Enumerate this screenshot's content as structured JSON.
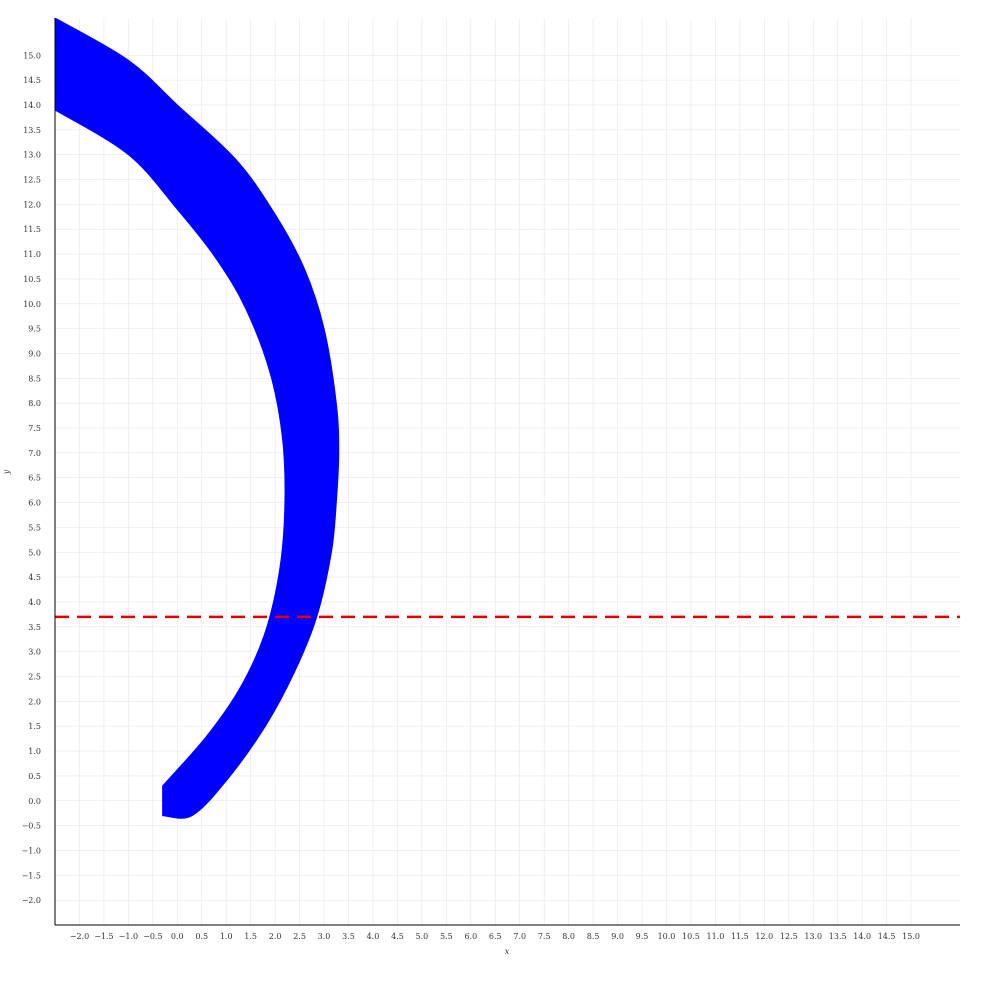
{
  "chart_data": {
    "type": "area",
    "xlabel": "x",
    "ylabel": "y",
    "xlim": [
      -2.5,
      16.0
    ],
    "ylim": [
      -2.5,
      15.75
    ],
    "grid": true,
    "x_ticks": [
      "−2.0",
      "−1.5",
      "−1.0",
      "−0.5",
      "0.0",
      "0.5",
      "1.0",
      "1.5",
      "2.0",
      "2.5",
      "3.0",
      "3.5",
      "4.0",
      "4.5",
      "5.0",
      "5.5",
      "6.0",
      "6.5",
      "7.0",
      "7.5",
      "8.0",
      "8.5",
      "9.0",
      "9.5",
      "10.0",
      "10.5",
      "11.0",
      "11.5",
      "12.0",
      "12.5",
      "13.0",
      "13.5",
      "14.0",
      "14.5",
      "15.0"
    ],
    "y_ticks": [
      "−2.0",
      "−1.5",
      "−1.0",
      "−0.5",
      "0.0",
      "0.5",
      "1.0",
      "1.5",
      "2.0",
      "2.5",
      "3.0",
      "3.5",
      "4.0",
      "4.5",
      "5.0",
      "5.5",
      "6.0",
      "6.5",
      "7.0",
      "7.5",
      "8.0",
      "8.5",
      "9.0",
      "9.5",
      "10.0",
      "10.5",
      "11.0",
      "11.5",
      "12.0",
      "12.5",
      "13.0",
      "13.5",
      "14.0",
      "14.5",
      "15.0"
    ],
    "series": [
      {
        "kind": "band",
        "color": "#0000ff",
        "outer_edge": [
          [
            -0.3,
            -0.3
          ],
          [
            0.3,
            -0.3
          ],
          [
            1.0,
            0.4
          ],
          [
            1.8,
            1.5
          ],
          [
            2.4,
            2.6
          ],
          [
            2.85,
            3.7
          ],
          [
            3.15,
            5.0
          ],
          [
            3.25,
            6.0
          ],
          [
            3.3,
            7.0
          ],
          [
            3.25,
            8.0
          ],
          [
            3.0,
            9.5
          ],
          [
            2.6,
            10.7
          ],
          [
            2.0,
            11.8
          ],
          [
            1.2,
            12.9
          ],
          [
            0.0,
            14.0
          ],
          [
            -1.0,
            14.9
          ],
          [
            -2.5,
            15.75
          ]
        ],
        "inner_edge": [
          [
            -0.3,
            0.3
          ],
          [
            0.6,
            1.3
          ],
          [
            1.3,
            2.3
          ],
          [
            1.8,
            3.4
          ],
          [
            2.1,
            4.7
          ],
          [
            2.2,
            6.0
          ],
          [
            2.15,
            7.3
          ],
          [
            1.9,
            8.6
          ],
          [
            1.4,
            9.9
          ],
          [
            0.8,
            10.9
          ],
          [
            0.0,
            11.9
          ],
          [
            -1.0,
            13.0
          ],
          [
            -2.5,
            13.9
          ]
        ]
      },
      {
        "kind": "hline",
        "y": 3.7,
        "color": "#dd0000",
        "dash": "dashed"
      }
    ]
  }
}
